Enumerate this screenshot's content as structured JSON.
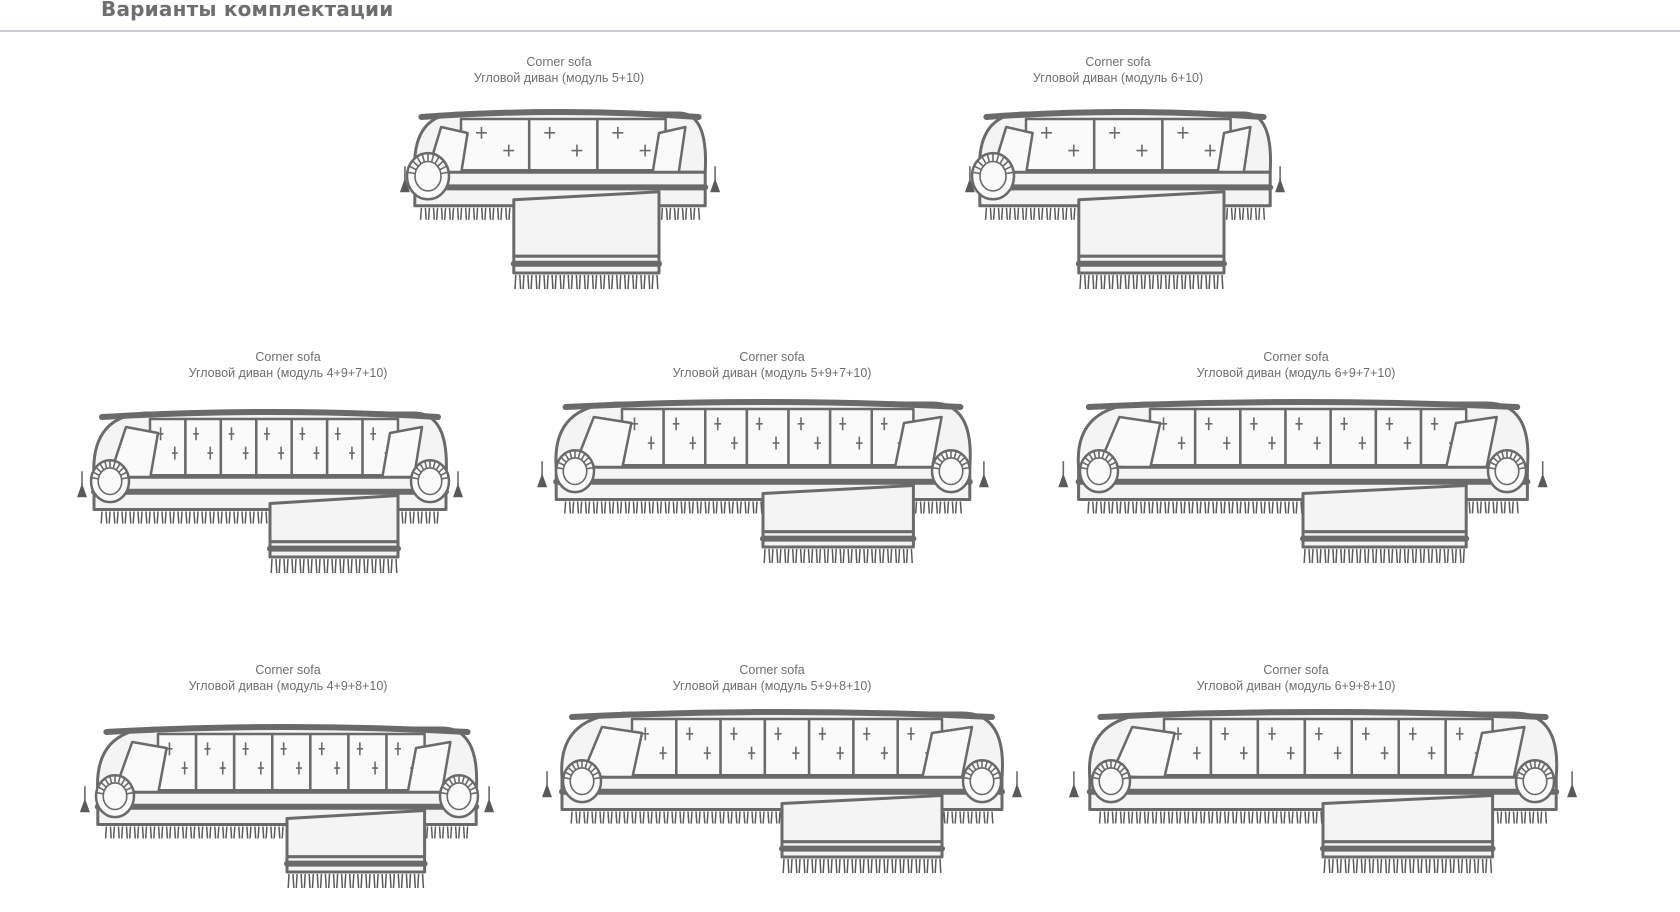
{
  "header": {
    "title": "Варианты комплектации"
  },
  "variants": [
    {
      "label_en": "Corner sofa",
      "label_ru": "Угловой диван (модуль 5+10)"
    },
    {
      "label_en": "Corner sofa",
      "label_ru": "Угловой диван (модуль 6+10)"
    },
    {
      "label_en": "Corner sofa",
      "label_ru": "Угловой диван (модуль 4+9+7+10)"
    },
    {
      "label_en": "Corner sofa",
      "label_ru": "Угловой диван (модуль 5+9+7+10)"
    },
    {
      "label_en": "Corner sofa",
      "label_ru": "Угловой диван (модуль 6+9+7+10)"
    },
    {
      "label_en": "Corner sofa",
      "label_ru": "Угловой диван (модуль 4+9+8+10)"
    },
    {
      "label_en": "Corner sofa",
      "label_ru": "Угловой диван (модуль 5+9+8+10)"
    },
    {
      "label_en": "Corner sofa",
      "label_ru": "Угловой диван (модуль 6+9+8+10)"
    }
  ],
  "colors": {
    "line": "#6a6a6a",
    "title": "#6e6e6e",
    "caption": "#6f6f6f",
    "rule": "#c9ced2"
  }
}
